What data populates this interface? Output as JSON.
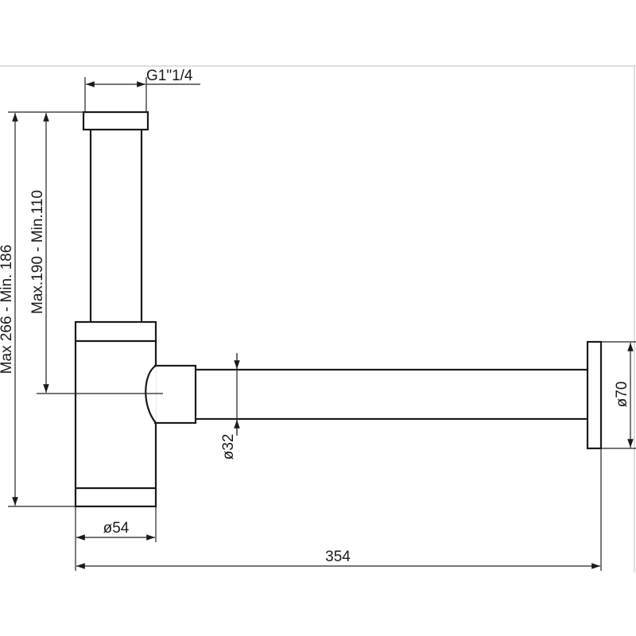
{
  "dimensions": {
    "thread": "G1\"1/4",
    "total_height": "Max 266 - Min. 186",
    "inner_height": "Max.190 - Min.110",
    "pipe_diameter": "ø32",
    "flange_diameter": "ø70",
    "body_diameter": "ø54",
    "overall_length": "354"
  },
  "colors": {
    "line": "#1a1a1a",
    "background": "#ffffff"
  }
}
